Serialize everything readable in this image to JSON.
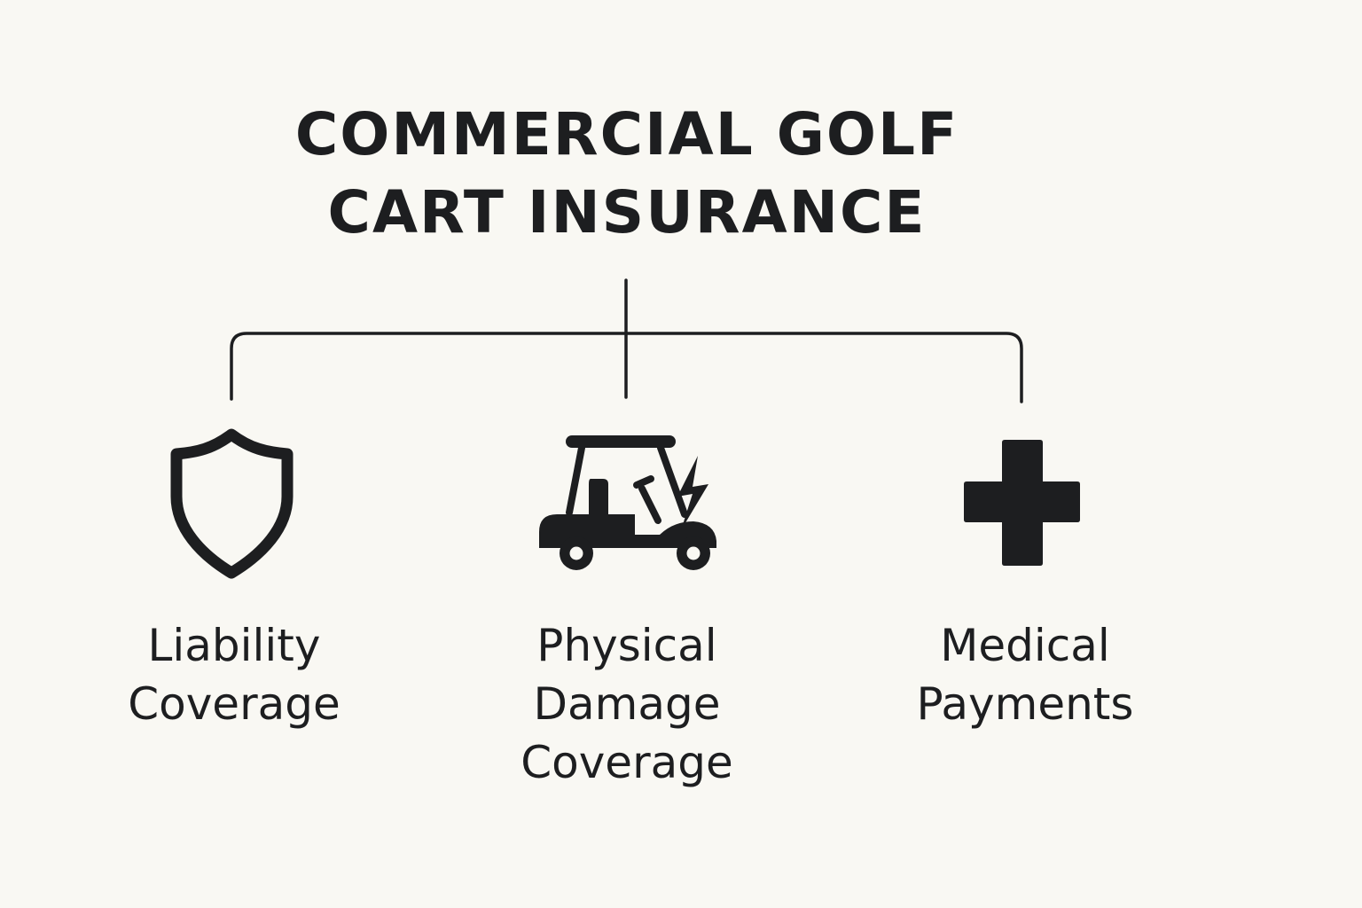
{
  "title": {
    "line1": "COMMERCIAL GOLF",
    "line2": "CART INSURANCE"
  },
  "branches": [
    {
      "icon": "shield-icon",
      "lines": [
        "Liability",
        "Coverage"
      ]
    },
    {
      "icon": "golf-cart-lightning-icon",
      "lines": [
        "Physical",
        "Damage",
        "Coverage"
      ]
    },
    {
      "icon": "medical-cross-icon",
      "lines": [
        "Medical",
        "Payments"
      ]
    }
  ],
  "colors": {
    "background": "#f9f8f3",
    "ink": "#1d1e20"
  }
}
